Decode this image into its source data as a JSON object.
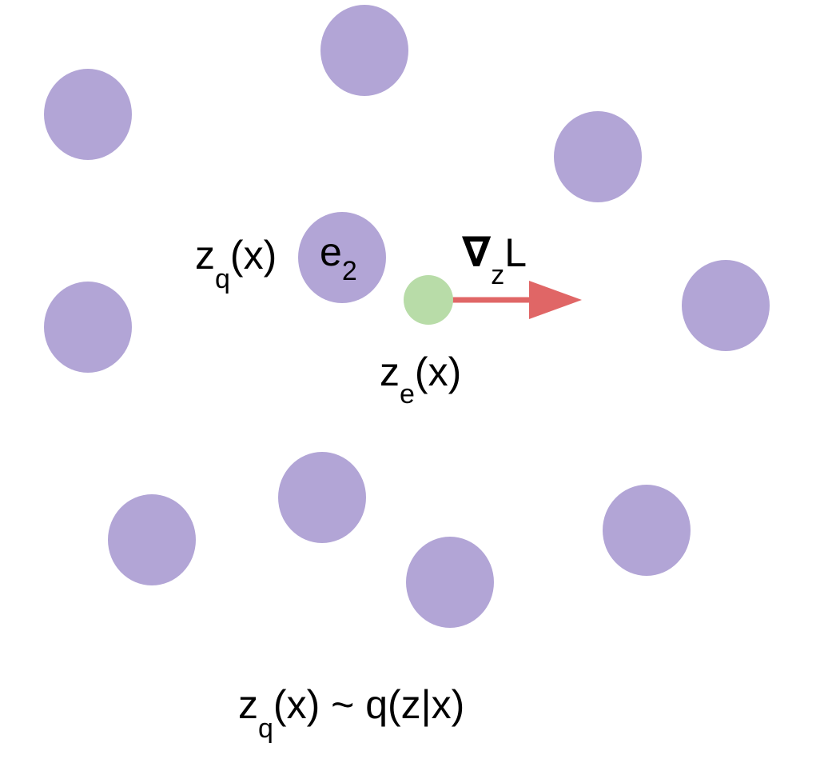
{
  "colors": {
    "codebook": "#b2a5d6",
    "encoder_output": "#b8dca8",
    "gradient_arrow": "#e06666",
    "text": "#000000"
  },
  "labels": {
    "zq": {
      "base": "z",
      "sub": "q",
      "rest": "(x)"
    },
    "e2": {
      "base": "e",
      "sub": "2"
    },
    "grad": {
      "nabla": "∇",
      "sub": "z",
      "rest": "L"
    },
    "ze": {
      "base": "z",
      "sub": "e",
      "rest": "(x)"
    },
    "bottom": {
      "base": "z",
      "sub": "q",
      "rest": "(x) ~ q(z|x)"
    }
  }
}
